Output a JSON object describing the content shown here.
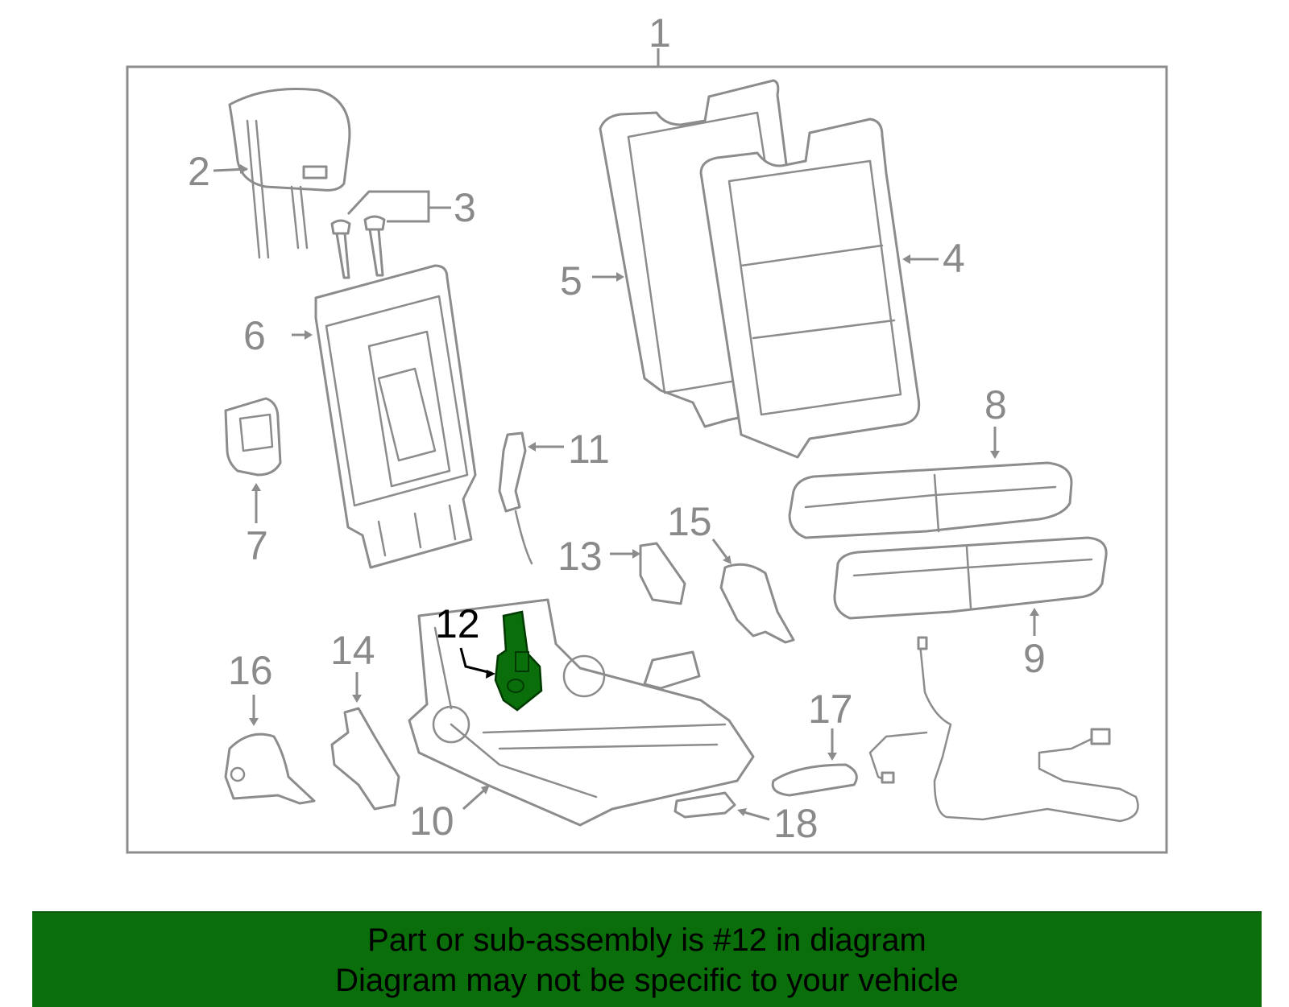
{
  "diagram": {
    "callouts": {
      "c1": "1",
      "c2": "2",
      "c3": "3",
      "c4": "4",
      "c5": "5",
      "c6": "6",
      "c7": "7",
      "c8": "8",
      "c9": "9",
      "c10": "10",
      "c11": "11",
      "c12": "12",
      "c13": "13",
      "c14": "14",
      "c15": "15",
      "c16": "16",
      "c17": "17",
      "c18": "18"
    },
    "highlighted_part": "12",
    "colors": {
      "highlight": "#0a6e0a",
      "line_art": "#8c8c8c",
      "banner_bg": "#0a6e0a"
    }
  },
  "banner": {
    "line1": "Part or sub-assembly is #12 in diagram",
    "line2": "Diagram may not be specific to your vehicle"
  }
}
